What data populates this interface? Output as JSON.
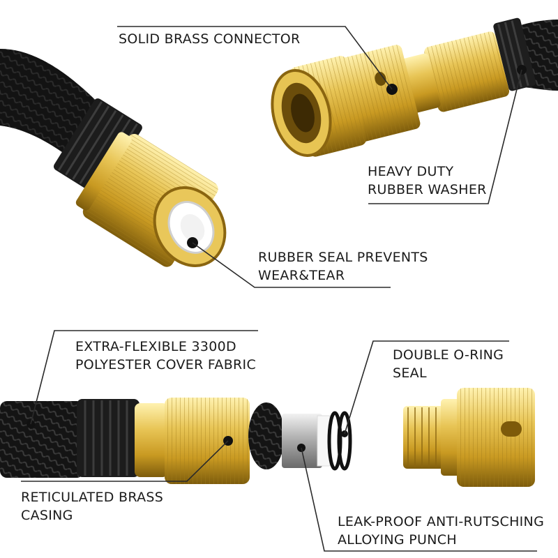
{
  "labels": {
    "solid_brass_connector": "SOLID BRASS CONNECTOR",
    "heavy_duty_1": "HEAVY DUTY",
    "heavy_duty_2": "RUBBER WASHER",
    "rubber_seal_1": "RUBBER SEAL PREVENTS",
    "rubber_seal_2": "WEAR&TEAR",
    "fabric_1": "EXTRA-FLEXIBLE 3300D",
    "fabric_2": "POLYESTER COVER FABRIC",
    "oring_1": "DOUBLE O-RING",
    "oring_2": "SEAL",
    "casing_1": "RETICULATED BRASS",
    "casing_2": "CASING",
    "punch_1": "LEAK-PROOF ANTI-RUTSCHING",
    "punch_2": "ALLOYING PUNCH"
  },
  "colors": {
    "brass_light": "#f3dc7a",
    "brass_mid": "#d9b13a",
    "brass_dark": "#8a6a12",
    "hose_black": "#161616",
    "line": "#2a2a2a"
  }
}
